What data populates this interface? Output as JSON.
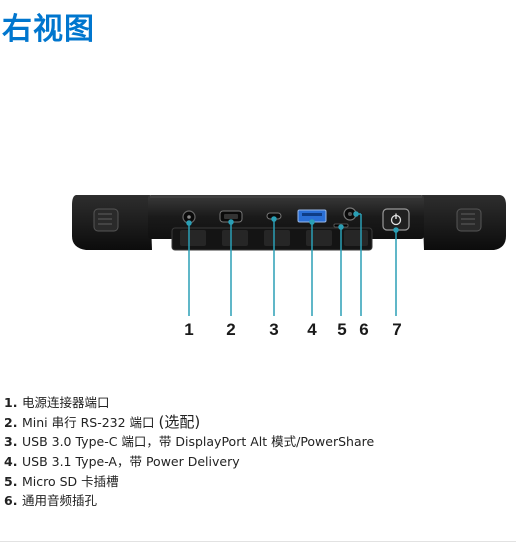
{
  "page": {
    "title": "右视图"
  },
  "callouts": [
    "1",
    "2",
    "3",
    "4",
    "5",
    "6",
    "7"
  ],
  "items": [
    {
      "num": "1.",
      "text": "电源连接器端口"
    },
    {
      "num": "2.",
      "text": "Mini 串行 RS-232 端口 ",
      "extra": "(选配)"
    },
    {
      "num": "3.",
      "text": "USB 3.0 Type-C 端口，带 DisplayPort Alt 模式/PowerShare"
    },
    {
      "num": "4.",
      "text": "USB 3.1 Type-A，带 Power Delivery"
    },
    {
      "num": "5.",
      "text": "Micro SD 卡插槽"
    },
    {
      "num": "6.",
      "text": "通用音频插孔"
    }
  ],
  "colors": {
    "title": "#0076ce",
    "leader_line": "#2a9fb5",
    "device_body": "#1c1c1c",
    "usb_port": "#2a6fd6"
  }
}
